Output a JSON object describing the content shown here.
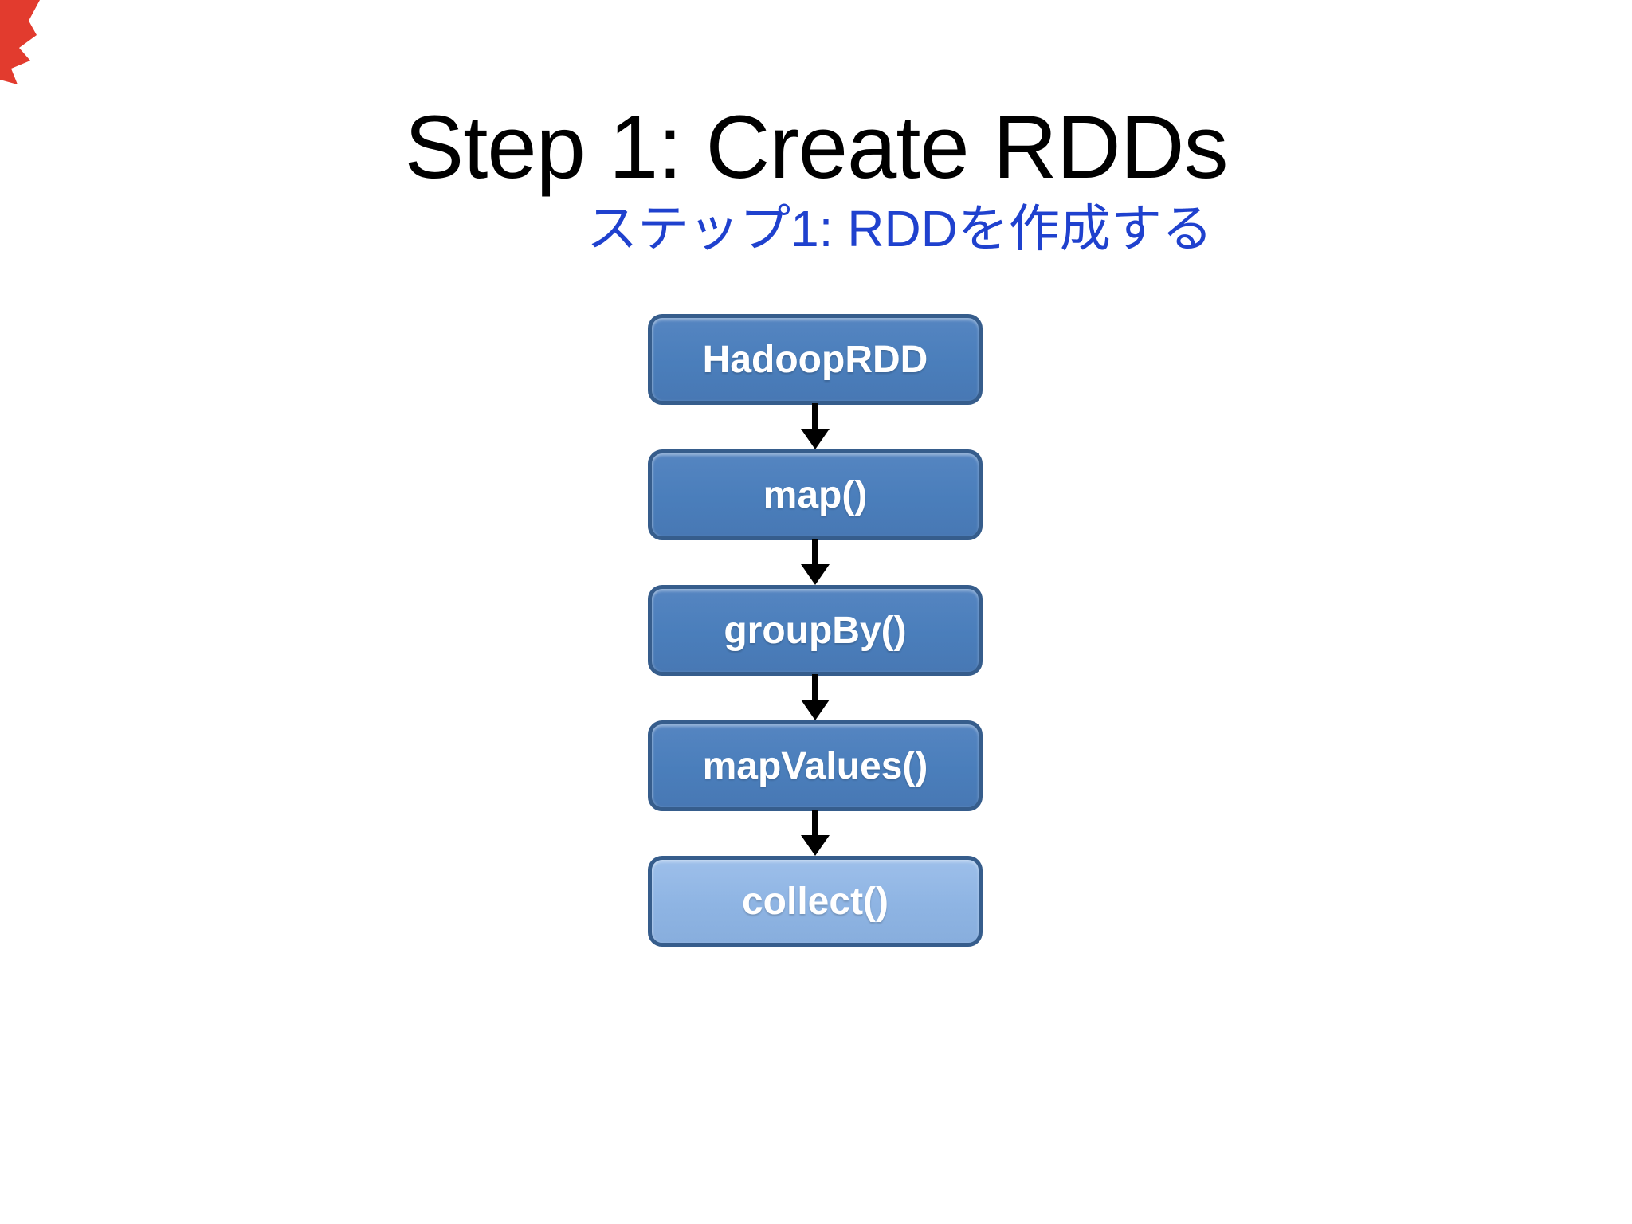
{
  "slide": {
    "title": "Step 1: Create RDDs",
    "subtitle": "ステップ1: RDDを作成する",
    "title_color": "#000000",
    "subtitle_color": "#1F41CE",
    "background_color": "#FFFFFF"
  },
  "flowchart": {
    "direction": "top-to-bottom",
    "nodes": [
      {
        "label": "HadoopRDD",
        "variant": "primary"
      },
      {
        "label": "map()",
        "variant": "primary"
      },
      {
        "label": "groupBy()",
        "variant": "primary"
      },
      {
        "label": "mapValues()",
        "variant": "primary"
      },
      {
        "label": "collect()",
        "variant": "light"
      }
    ],
    "colors": {
      "primary_fill": "#4A7EBB",
      "light_fill": "#8EB4E3",
      "node_border": "#365D8C",
      "node_text": "#FFFFFF",
      "arrow": "#000000"
    }
  },
  "decorations": {
    "corner_mark_color": "#E23B2E"
  }
}
